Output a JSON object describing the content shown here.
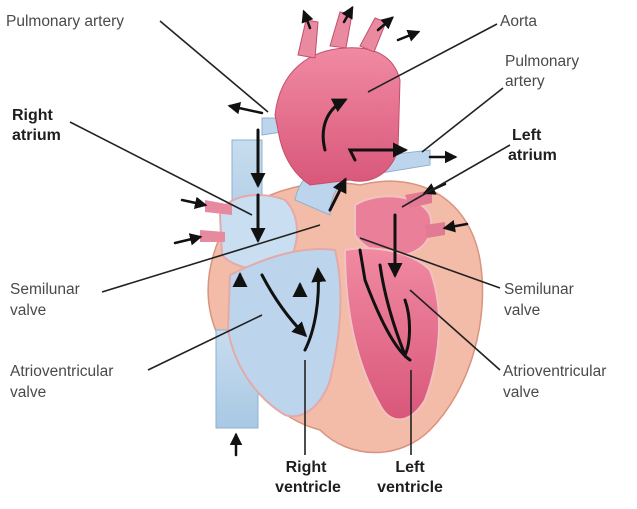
{
  "labels": {
    "pulmonary_artery_left": "Pulmonary artery",
    "aorta": "Aorta",
    "pulmonary_artery_right_1": "Pulmonary",
    "pulmonary_artery_right_2": "artery",
    "right_atrium_1": "Right",
    "right_atrium_2": "atrium",
    "left_atrium_1": "Left",
    "left_atrium_2": "atrium",
    "semilunar_left_1": "Semilunar",
    "semilunar_left_2": "valve",
    "semilunar_right_1": "Semilunar",
    "semilunar_right_2": "valve",
    "av_left_1": "Atrioventricular",
    "av_left_2": "valve",
    "av_right_1": "Atrioventricular",
    "av_right_2": "valve",
    "right_ventricle_1": "Right",
    "right_ventricle_2": "ventricle",
    "left_ventricle_1": "Left",
    "left_ventricle_2": "ventricle"
  },
  "colors": {
    "deoxygenated_blue": "#b9d4ea",
    "oxygenated_red": "#e26b88",
    "muscle_pink": "#f2b7a3",
    "leader_line": "#222222",
    "arrow": "#111111"
  }
}
